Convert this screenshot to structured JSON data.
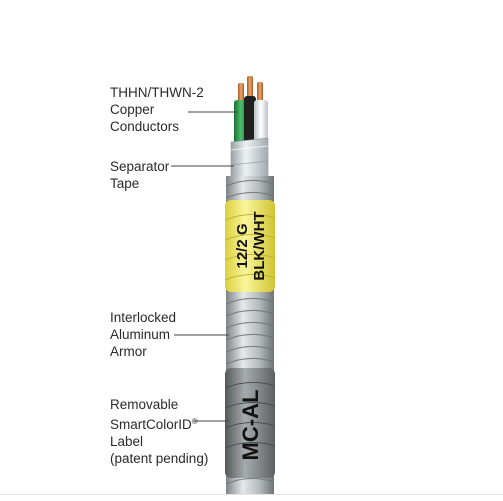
{
  "labels": {
    "conductors": "THHN/THWN-2\nCopper\nConductors",
    "separator_tape": "Separator\nTape",
    "armor": "Interlocked\nAluminum\nArmor",
    "id_label_line1": "Removable",
    "id_label_line2": "SmartColorID",
    "id_label_reg": "®",
    "id_label_line3": "Label",
    "id_label_line4": "(patent pending)"
  },
  "cable_print": {
    "yellow_line1": "12/2 G",
    "yellow_line2": "BLK/WHT",
    "gray_text": "MC-AL"
  },
  "colors": {
    "copper": "#c8733a",
    "green_wire": "#2e9a4a",
    "black_wire": "#222222",
    "white_wire": "#e9eef0",
    "separator_tape": "#cfd6da",
    "armor": "#b7bcbf",
    "yellow_band": "#f2e86a",
    "gray_band": "#8a8f93",
    "leader_line": "#444444"
  }
}
